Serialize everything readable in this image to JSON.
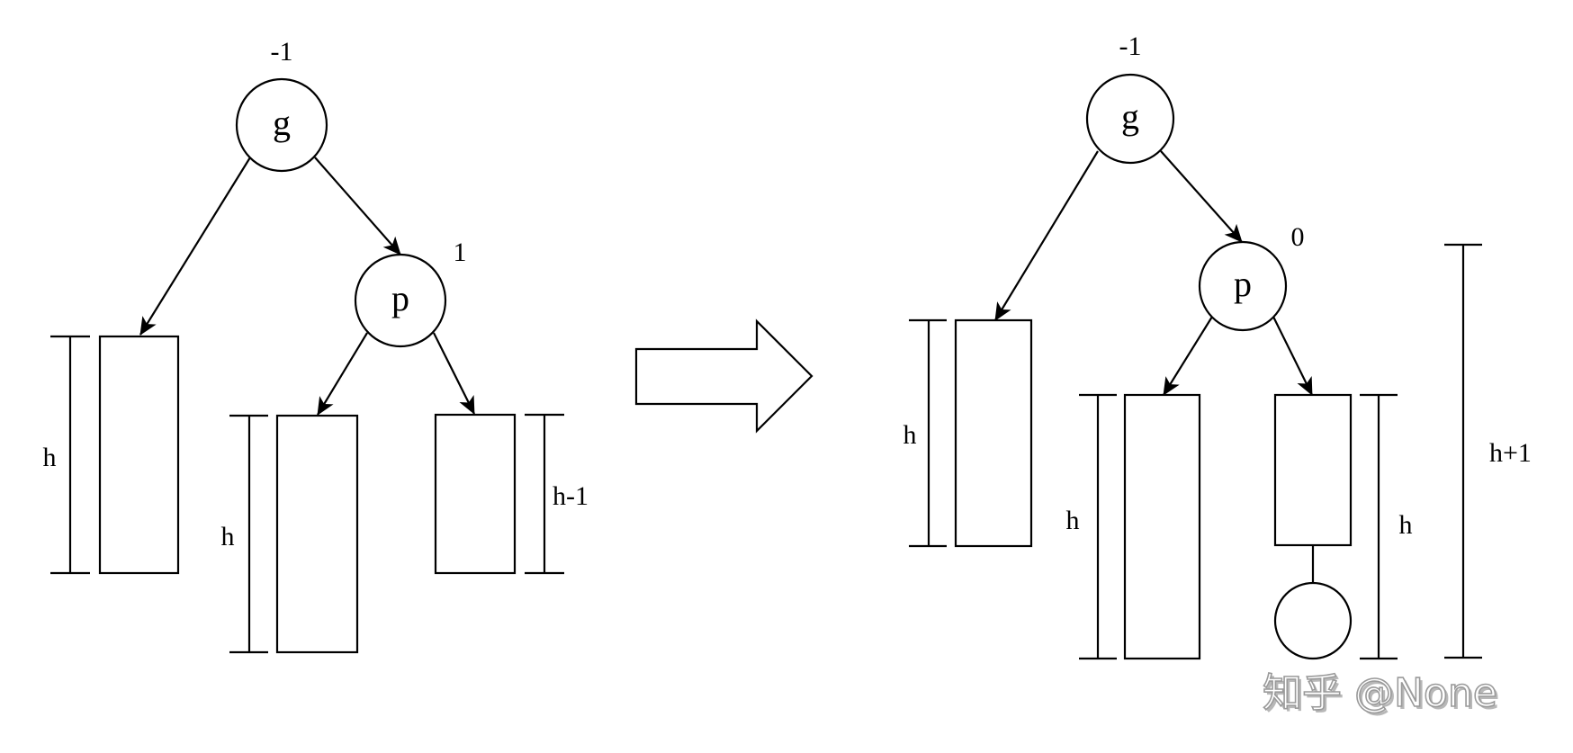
{
  "diagram": {
    "title": "AVL tree rotation case — before and after insertion",
    "before": {
      "nodes": [
        {
          "id": "g",
          "label": "g",
          "balance": "-1"
        },
        {
          "id": "p",
          "label": "p",
          "balance": "1"
        }
      ],
      "subtrees": [
        {
          "id": "g-left",
          "height_label": "h"
        },
        {
          "id": "p-left",
          "height_label": "h"
        },
        {
          "id": "p-right",
          "height_label": "h-1"
        }
      ]
    },
    "transition": {
      "icon": "right-arrow-icon"
    },
    "after": {
      "nodes": [
        {
          "id": "g",
          "label": "g",
          "balance": "-1"
        },
        {
          "id": "p",
          "label": "p",
          "balance": "0"
        }
      ],
      "subtrees": [
        {
          "id": "g-left",
          "height_label": "h"
        },
        {
          "id": "p-left",
          "height_label": "h"
        },
        {
          "id": "p-right",
          "height_label": "h",
          "inserted_node": true
        }
      ],
      "total_height_label": "h+1"
    },
    "colors": {
      "stroke": "#000000",
      "background": "#ffffff",
      "watermark": "#9a9a9a"
    }
  },
  "watermark": {
    "text": "知乎 @None"
  }
}
